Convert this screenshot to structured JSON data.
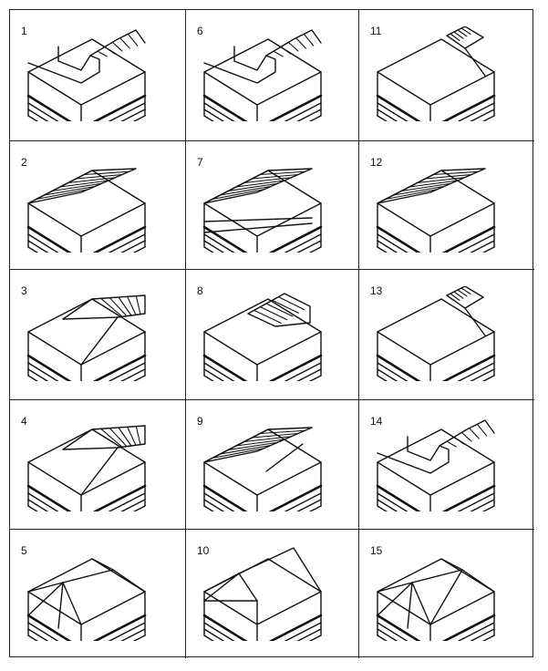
{
  "panels": [
    {
      "label": "1",
      "type": "stepped-hatch-left"
    },
    {
      "label": "6",
      "type": "stepped-hatch-center"
    },
    {
      "label": "11",
      "type": "notch-hatch-right"
    },
    {
      "label": "2",
      "type": "valley-hatch-full"
    },
    {
      "label": "7",
      "type": "valley-hatch-split"
    },
    {
      "label": "12",
      "type": "valley-hatch-full"
    },
    {
      "label": "3",
      "type": "slope-hatch-right"
    },
    {
      "label": "8",
      "type": "channel-hatch-center"
    },
    {
      "label": "13",
      "type": "notch-hatch-right"
    },
    {
      "label": "4",
      "type": "slope-hatch-right"
    },
    {
      "label": "9",
      "type": "valley-hatch-diagonal"
    },
    {
      "label": "14",
      "type": "stepped-hatch-wide"
    },
    {
      "label": "5",
      "type": "pyramidal-roof"
    },
    {
      "label": "10",
      "type": "gable-roof"
    },
    {
      "label": "15",
      "type": "pyramidal-roof-diagonal"
    }
  ]
}
